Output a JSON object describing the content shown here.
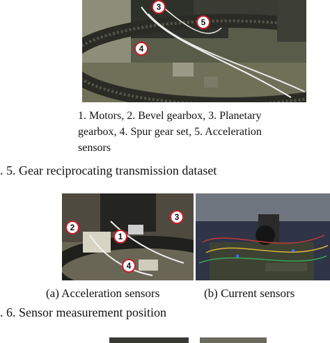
{
  "figure5": {
    "photo_labels": [
      "3",
      "5",
      "4"
    ],
    "legend_lines": [
      "1. Motors, 2. Bevel gearbox, 3. Planetary",
      "gearbox, 4. Spur gear set, 5. Acceleration",
      "sensors"
    ],
    "caption": ". 5. Gear reciprocating transmission dataset"
  },
  "figure6": {
    "photo_a_labels": [
      "2",
      "1",
      "3",
      "4"
    ],
    "subcaption_a": "(a)  Acceleration sensors",
    "subcaption_b": "(b)  Current sensors",
    "caption": ". 6. Sensor measurement position"
  },
  "colors": {
    "label_ring": "#c8202a",
    "sensor_wire": "#f2f2f2",
    "led_blue": "#4a6cff"
  }
}
